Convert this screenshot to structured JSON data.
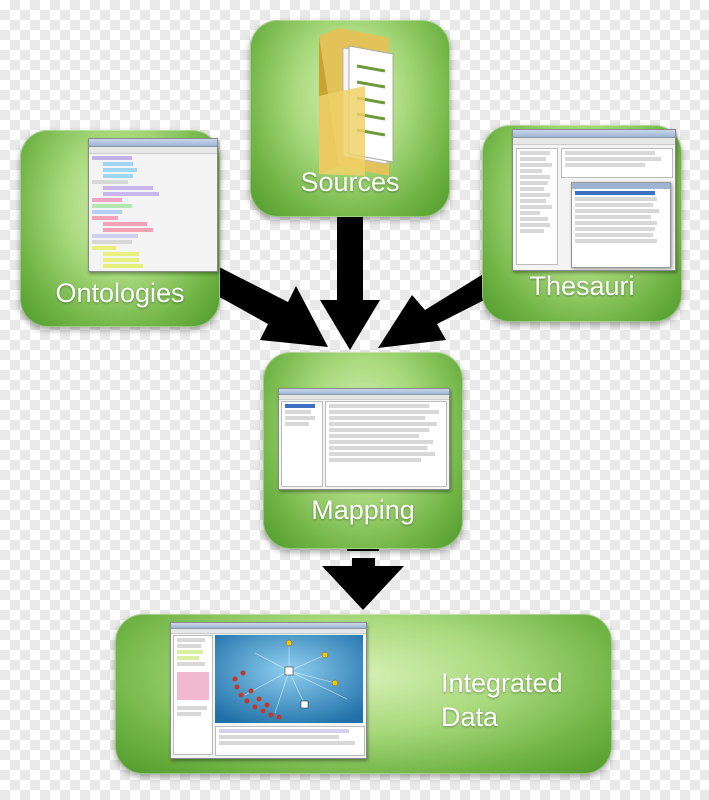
{
  "nodes": {
    "sources": "Sources",
    "ontologies": "Ontologies",
    "thesauri": "Thesauri",
    "mapping": "Mapping",
    "integrated": [
      "Integrated",
      "Data"
    ]
  },
  "icons": {
    "sources": "folder-icon",
    "ontologies": "ontology-tree-screenshot",
    "thesauri": "thesaurus-manager-screenshot",
    "mapping": "mapping-tool-screenshot",
    "integrated": "network-graph-screenshot"
  },
  "colors": {
    "tile_light": "#d6f0b4",
    "tile_dark": "#4f9a2c",
    "arrow": "#000000",
    "label": "#ffffff"
  }
}
